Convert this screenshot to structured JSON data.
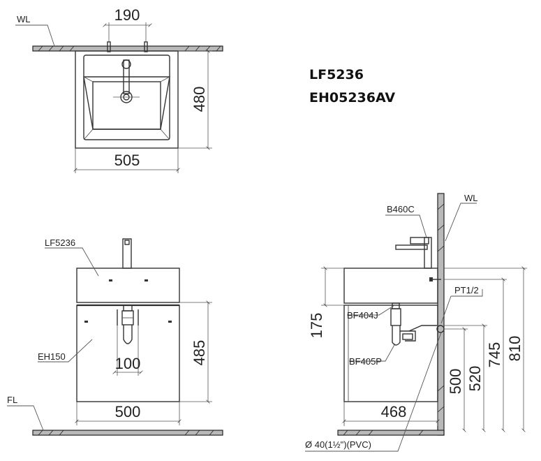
{
  "models": {
    "basin": "LF5236",
    "set": "EH05236AV"
  },
  "top_view": {
    "wall_label": "WL",
    "dim_faucet_spacing": "190",
    "dim_depth": "480",
    "dim_width": "505"
  },
  "front_view": {
    "label_basin": "LF5236",
    "label_cabinet": "EH150",
    "floor_label": "FL",
    "dim_drain_offset": "100",
    "dim_cabinet_height": "485",
    "dim_cabinet_width": "500"
  },
  "side_view": {
    "label_faucet": "B460C",
    "wall_label": "WL",
    "label_pipe_thread": "PT1/2",
    "label_drain": "BF404J",
    "label_trap": "BF405P",
    "dim_basin_height": "175",
    "dim_drain_height": "500",
    "dim_supply_height": "520",
    "dim_cabinet_top": "745",
    "dim_total_height": "810",
    "dim_depth": "468",
    "pipe_note": "Ø 40(1½\")(PVC)"
  }
}
